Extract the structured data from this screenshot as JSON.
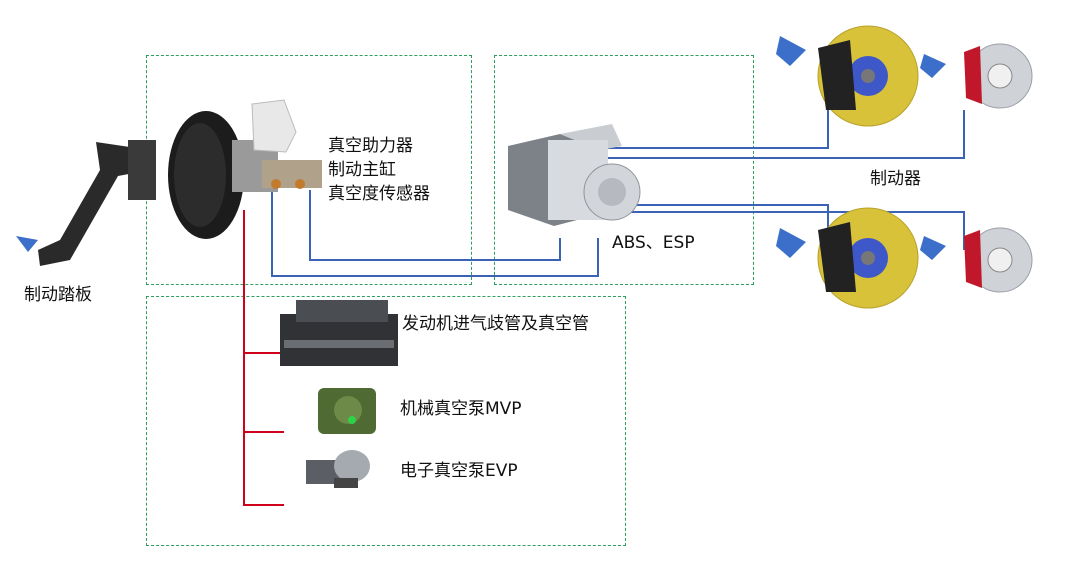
{
  "labels": {
    "booster_lines": [
      "真空助力器",
      "制动主缸",
      "真空度传感器"
    ],
    "pedal": "制动踏板",
    "abs_esp": "ABS、ESP",
    "brake": "制动器",
    "intake": "发动机进气歧管及真空管",
    "mvp": "机械真空泵MVP",
    "evp": "电子真空泵EVP"
  },
  "colors": {
    "box_border": "#2e9e5e",
    "brake_line": "#3a63b8",
    "vacuum_line": "#d0021b",
    "arrow": "#3b6fc9",
    "disc": "#cfd3d8",
    "caliper_red": "#c0182a",
    "drilled_disc": "#d8c23a"
  }
}
